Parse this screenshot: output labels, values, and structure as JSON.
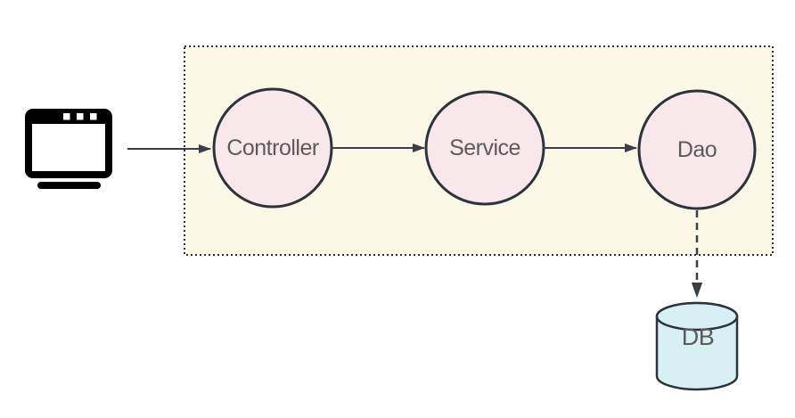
{
  "diagram": {
    "client": {
      "icon": "browser-window-icon"
    },
    "layer_container": {
      "style": "dotted-boundary"
    },
    "nodes": [
      {
        "id": "controller",
        "label": "Controller"
      },
      {
        "id": "service",
        "label": "Service"
      },
      {
        "id": "dao",
        "label": "Dao"
      }
    ],
    "database": {
      "label": "DB"
    },
    "edges": [
      {
        "from": "client",
        "to": "controller",
        "style": "solid"
      },
      {
        "from": "controller",
        "to": "service",
        "style": "solid"
      },
      {
        "from": "service",
        "to": "dao",
        "style": "solid"
      },
      {
        "from": "dao",
        "to": "database",
        "style": "dashed"
      }
    ]
  },
  "colors": {
    "page_bg": "#ffffff",
    "container_fill": "#fbf8e7",
    "container_border": "#2e2e2e",
    "node_fill": "#f8e8ec",
    "node_border": "#2c333a",
    "db_fill": "#d8f0f3",
    "db_border": "#2c333a",
    "arrow": "#3a3f45",
    "label_text": "#5b5b5b",
    "icon": "#000000"
  }
}
